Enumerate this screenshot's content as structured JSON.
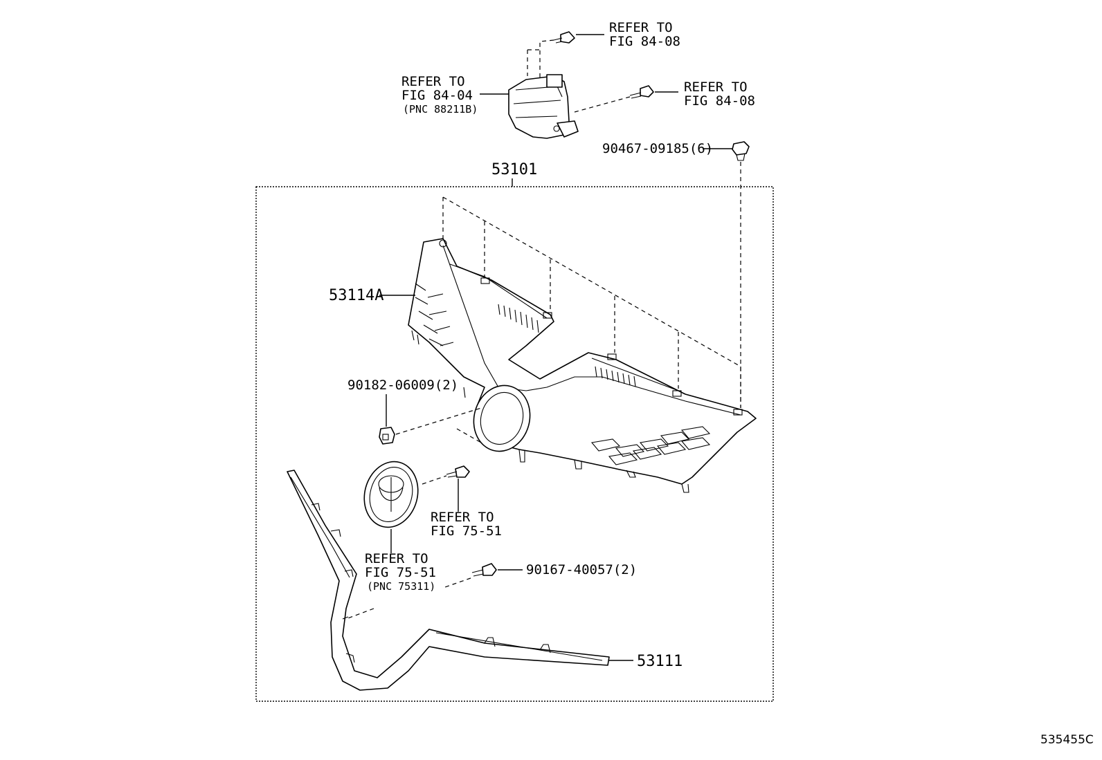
{
  "diagram": {
    "assembly_number": "53101",
    "drawing_id": "535455C",
    "callouts": {
      "sensor_top_bolt": {
        "line1": "REFER TO",
        "line2": "FIG 84-08"
      },
      "sensor_side_bolt": {
        "line1": "REFER TO",
        "line2": "FIG 84-08"
      },
      "sensor": {
        "line1": "REFER TO",
        "line2": "FIG 84-04",
        "line3": "(PNC 88211B)"
      },
      "clip_6": {
        "text": "90467-09185(6)"
      },
      "grille_upper": {
        "text": "53114A"
      },
      "nut_2": {
        "text": "90182-06009(2)"
      },
      "emblem_screw": {
        "line1": "REFER TO",
        "line2": "FIG 75-51"
      },
      "emblem": {
        "line1": "REFER TO",
        "line2": "FIG 75-51",
        "line3": "(PNC 75311)"
      },
      "screw_2": {
        "text": "90167-40057(2)"
      },
      "molding": {
        "text": "53111"
      }
    }
  }
}
